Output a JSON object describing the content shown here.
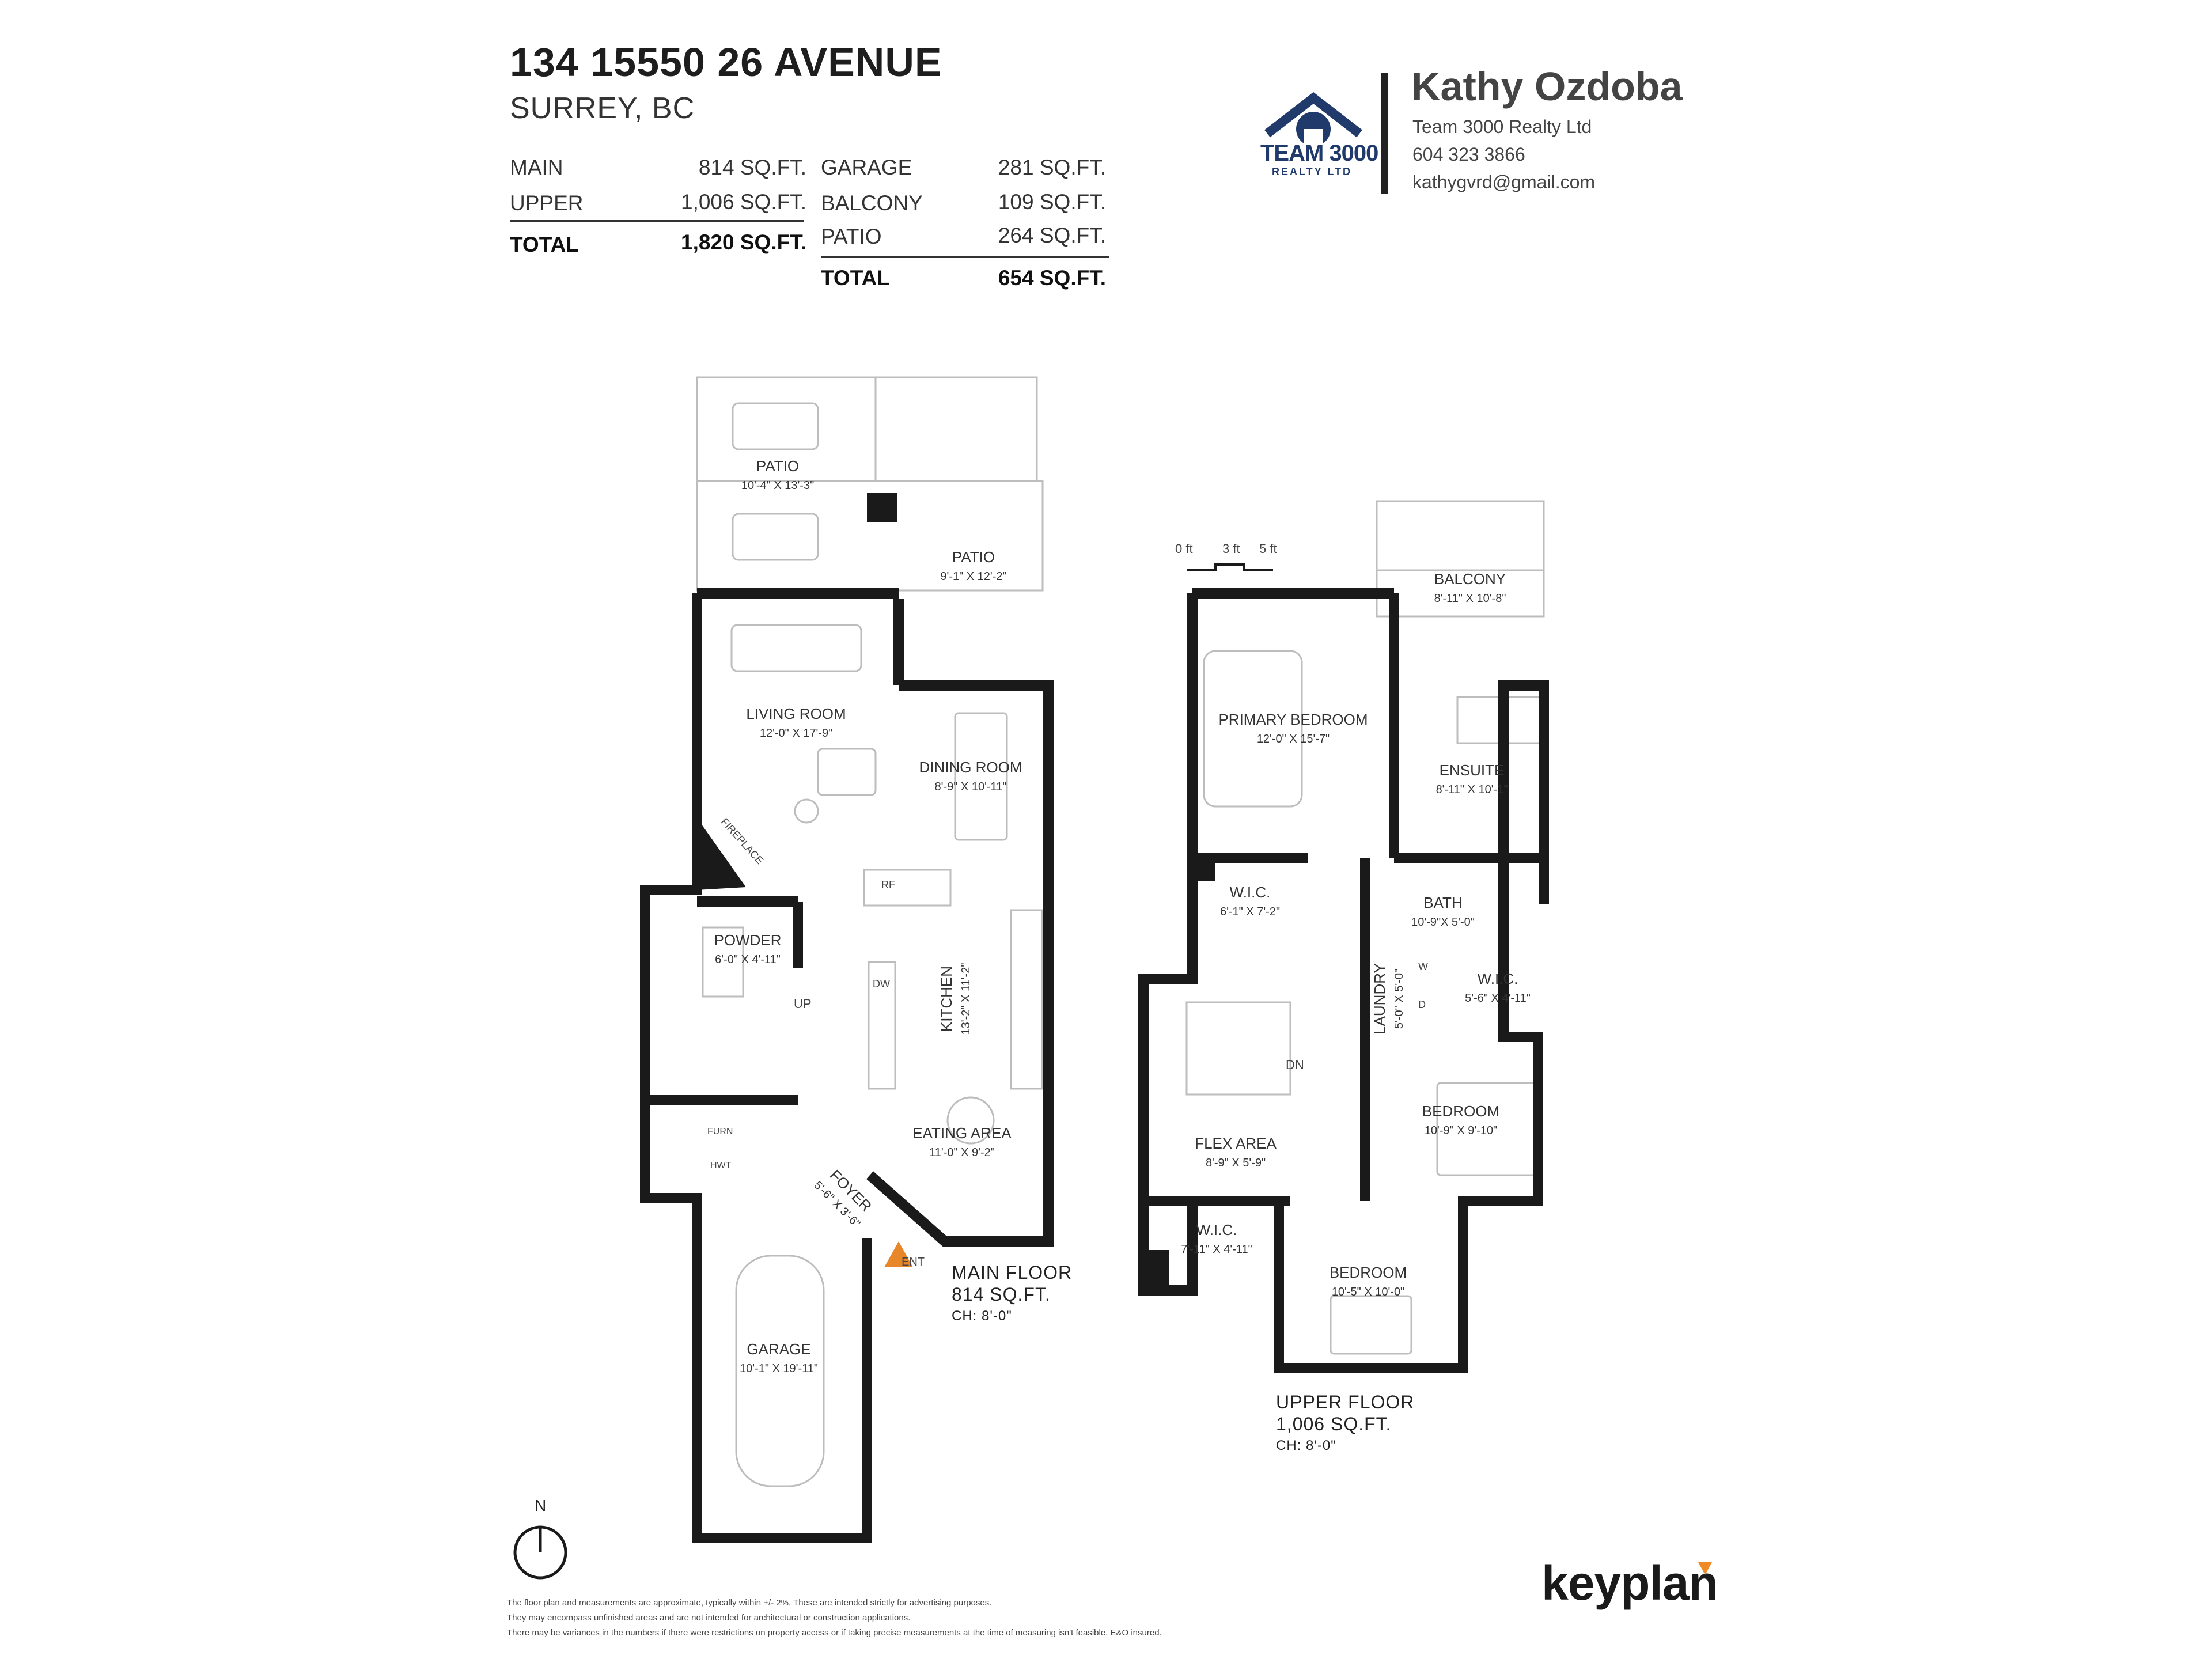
{
  "header": {
    "address_line1": "134 15550 26 AVENUE",
    "address_line2": "SURREY, BC"
  },
  "areas": {
    "living": [
      {
        "label": "MAIN",
        "value": "814 SQ.FT."
      },
      {
        "label": "UPPER",
        "value": "1,006 SQ.FT."
      }
    ],
    "living_total": {
      "label": "TOTAL",
      "value": "1,820 SQ.FT."
    },
    "exterior": [
      {
        "label": "GARAGE",
        "value": "281 SQ.FT."
      },
      {
        "label": "BALCONY",
        "value": "109 SQ.FT."
      },
      {
        "label": "PATIO",
        "value": "264 SQ.FT."
      }
    ],
    "exterior_total": {
      "label": "TOTAL",
      "value": "654 SQ.FT."
    }
  },
  "agent": {
    "logo_text": "TEAM 3000",
    "logo_sub": "REALTY LTD",
    "name": "Kathy Ozdoba",
    "company": "Team 3000 Realty Ltd",
    "phone": "604 323 3866",
    "email": "kathygvrd@gmail.com"
  },
  "scale": {
    "labels": [
      "0 ft",
      "3 ft",
      "5 ft"
    ]
  },
  "main_floor": {
    "title": "MAIN FLOOR",
    "area": "814 SQ.FT.",
    "ceiling": "CH: 8'-0\"",
    "rooms": [
      {
        "name": "PATIO",
        "dim": "10'-4\" X 13'-3\""
      },
      {
        "name": "PATIO",
        "dim": "9'-1\" X 12'-2\""
      },
      {
        "name": "LIVING ROOM",
        "dim": "12'-0\" X 17'-9\""
      },
      {
        "name": "DINING ROOM",
        "dim": "8'-9\" X 10'-11\""
      },
      {
        "name": "POWDER",
        "dim": "6'-0\" X 4'-11\""
      },
      {
        "name": "KITCHEN",
        "dim": "13'-2\" X 11'-2\""
      },
      {
        "name": "EATING AREA",
        "dim": "11'-0\" X 9'-2\""
      },
      {
        "name": "FOYER",
        "dim": "5'-6\" X 3'-6\""
      },
      {
        "name": "GARAGE",
        "dim": "10'-1\" X 19'-11\""
      }
    ],
    "labels": {
      "fireplace": "FIREPLACE",
      "up": "UP",
      "rf": "RF",
      "dw": "DW",
      "furn": "FURN",
      "hwt": "HWT",
      "ent": "ENT"
    }
  },
  "upper_floor": {
    "title": "UPPER FLOOR",
    "area": "1,006 SQ.FT.",
    "ceiling": "CH: 8'-0\"",
    "rooms": [
      {
        "name": "BALCONY",
        "dim": "8'-11\" X 10'-8\""
      },
      {
        "name": "PRIMARY BEDROOM",
        "dim": "12'-0\" X 15'-7\""
      },
      {
        "name": "ENSUITE",
        "dim": "8'-11\" X 10'-1\""
      },
      {
        "name": "W.I.C.",
        "dim": "6'-1\" X 7'-2\""
      },
      {
        "name": "BATH",
        "dim": "10'-9\"X 5'-0\""
      },
      {
        "name": "LAUNDRY",
        "dim": "5'-0\" X 5'-0\""
      },
      {
        "name": "W.I.C.",
        "dim": "5'-6\" X 4'-11\""
      },
      {
        "name": "BEDROOM",
        "dim": "10'-9\" X 9'-10\""
      },
      {
        "name": "FLEX AREA",
        "dim": "8'-9\" X 5'-9\""
      },
      {
        "name": "W.I.C.",
        "dim": "7'-11\" X 4'-11\""
      },
      {
        "name": "BEDROOM",
        "dim": "10'-5\" X 10'-0\""
      }
    ],
    "labels": {
      "dn": "DN",
      "w": "W",
      "d": "D"
    }
  },
  "compass": {
    "label": "N"
  },
  "disclaimer": [
    "The floor plan and measurements are approximate, typically within +/- 2%. These are intended strictly for advertising purposes.",
    "They may encompass unfinished areas and are not intended for architectural or construction applications.",
    "There may be variances in the numbers if there were restrictions on property access or if taking precise measurements at the time of measuring isn't feasible. E&O insured."
  ],
  "brand": {
    "name": "keyplan",
    "accent": "#f08a24"
  },
  "colors": {
    "wall": "#1a1a1a",
    "fixture": "#b8b8b8",
    "entry_marker": "#e8862a"
  }
}
